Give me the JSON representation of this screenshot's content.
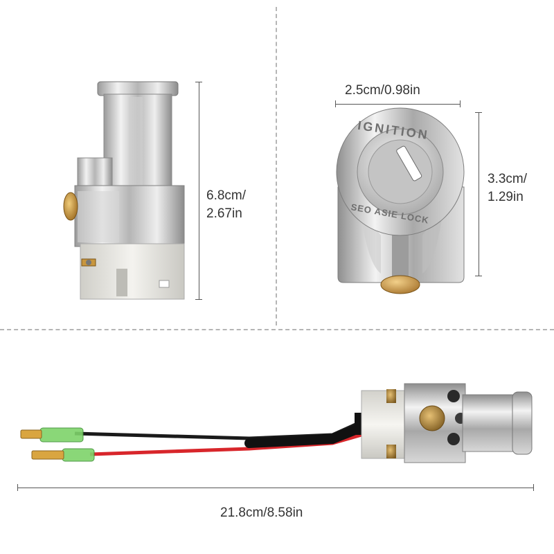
{
  "panels": {
    "side_view": {
      "height_label_line1": "6.8cm/",
      "height_label_line2": "2.67in"
    },
    "front_view": {
      "width_label": "2.5cm/0.98in",
      "height_label_line1": "3.3cm/",
      "height_label_line2": "1.29in",
      "engraving_top": "IGNITION",
      "engraving_bottom": "SEO ASIE LOCK"
    },
    "wired_view": {
      "length_label": "21.8cm/8.58in"
    }
  },
  "icons": {
    "cylinder_side": "ignition-cylinder-side-icon",
    "cylinder_front": "ignition-cylinder-front-icon",
    "cylinder_wired": "ignition-switch-with-wires-icon"
  },
  "colors": {
    "chrome_light": "#e8e8e8",
    "chrome_dark": "#8a8a8a",
    "plastic_white": "#ecebe6",
    "brass": "#c8963e",
    "wire_red": "#d8262b",
    "wire_black": "#1a1a1a",
    "connector_green": "#7ed36a",
    "terminal_gold": "#d9a540",
    "dimension_line": "#555555",
    "divider": "#b5b5b5"
  }
}
